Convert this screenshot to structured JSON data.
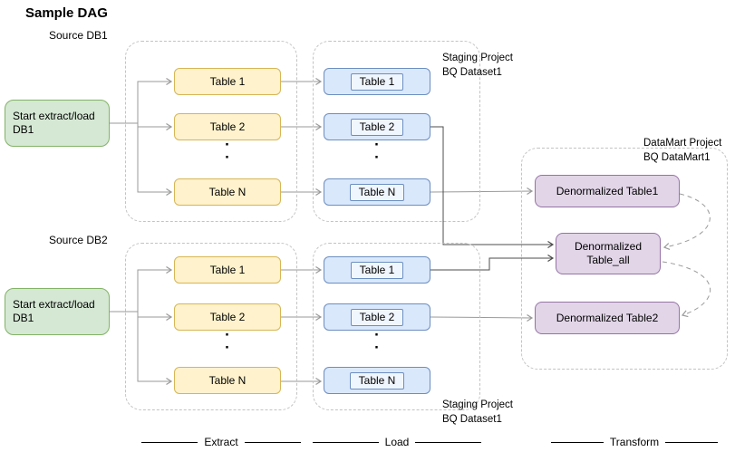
{
  "title": "Sample DAG",
  "dots": "·\n·",
  "sources": {
    "db1": {
      "label": "Source DB1",
      "start": "Start extract/load DB1"
    },
    "db2": {
      "label": "Source DB2",
      "start": "Start extract/load DB1"
    }
  },
  "extract1": {
    "tables": [
      "Table 1",
      "Table 2",
      "Table N"
    ]
  },
  "load1": {
    "tables": [
      "Table 1",
      "Table 2",
      "Table N"
    ],
    "caption": "Staging Project\nBQ Dataset1"
  },
  "extract2": {
    "tables": [
      "Table 1",
      "Table 2",
      "Table N"
    ]
  },
  "load2": {
    "tables": [
      "Table 1",
      "Table 2",
      "Table N"
    ],
    "caption": "Staging Project\nBQ Dataset1"
  },
  "datamart": {
    "caption": "DataMart Project\nBQ DataMart1",
    "table1": "Denormalized Table1",
    "table_all": "Denormalized Table_all",
    "table2": "Denormalized Table2"
  },
  "legend": {
    "extract": "Extract",
    "load": "Load",
    "transform": "Transform"
  },
  "colors": {
    "start_fill": "#d5e8d4",
    "start_border": "#82b366",
    "extract_fill": "#fff2cc",
    "extract_border": "#d6b656",
    "load_fill": "#dae8fc",
    "load_border": "#6c8ebf",
    "datamart_fill": "#e1d5e7",
    "datamart_border": "#9673a6",
    "group_border": "#c3c3c3",
    "edge": "#9a9a9a",
    "edge_dark": "#4d4d4d"
  }
}
